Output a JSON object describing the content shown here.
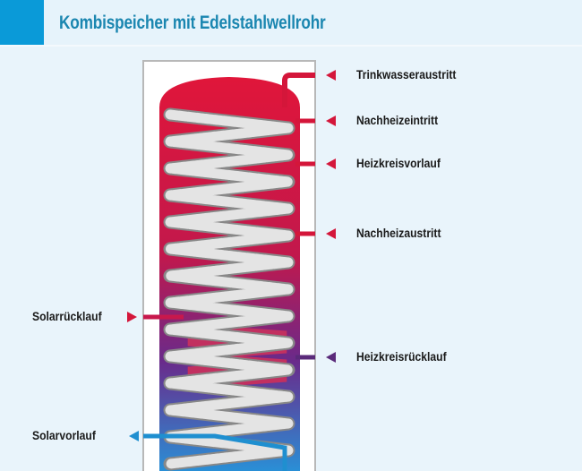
{
  "title": "Kombispeicher mit Edelstahlwellrohr",
  "labels": {
    "trinkwasseraustritt": "Trinkwasseraustritt",
    "nachheizeintritt": "Nachheizeintritt",
    "heizkreisvorlauf": "Heizkreisvorlauf",
    "nachheizaustritt": "Nachheizaustritt",
    "heizkreisruecklauf": "Heizkreisrücklauf",
    "solarruecklauf": "Solarrücklauf",
    "solarvorlauf": "Solarvorlauf"
  },
  "colors": {
    "accent": "#0a9ad8",
    "hot": "#d4163a",
    "warm_mid": "#8a2a7a",
    "cold": "#1f8fd0",
    "return": "#5a2a7a"
  }
}
